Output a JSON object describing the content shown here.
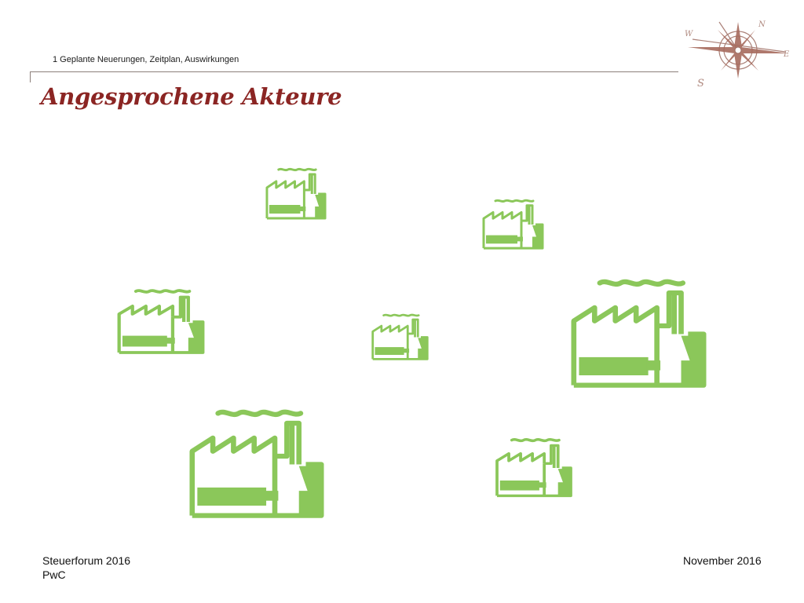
{
  "header": {
    "breadcrumb": "1 Geplante Neuerungen, Zeitplan, Auswirkungen",
    "title": "Angesprochene Akteure"
  },
  "compass": {
    "letters": [
      "W",
      "N",
      "E",
      "S"
    ]
  },
  "factory_icon": {
    "color": "#8bc75a",
    "count": 7
  },
  "colors": {
    "title": "#8b2523",
    "compass": "#9c6b60",
    "factory": "#8bc75a"
  },
  "footer": {
    "event": "Steuerforum 2016",
    "company": "PwC",
    "date": "November 2016"
  }
}
